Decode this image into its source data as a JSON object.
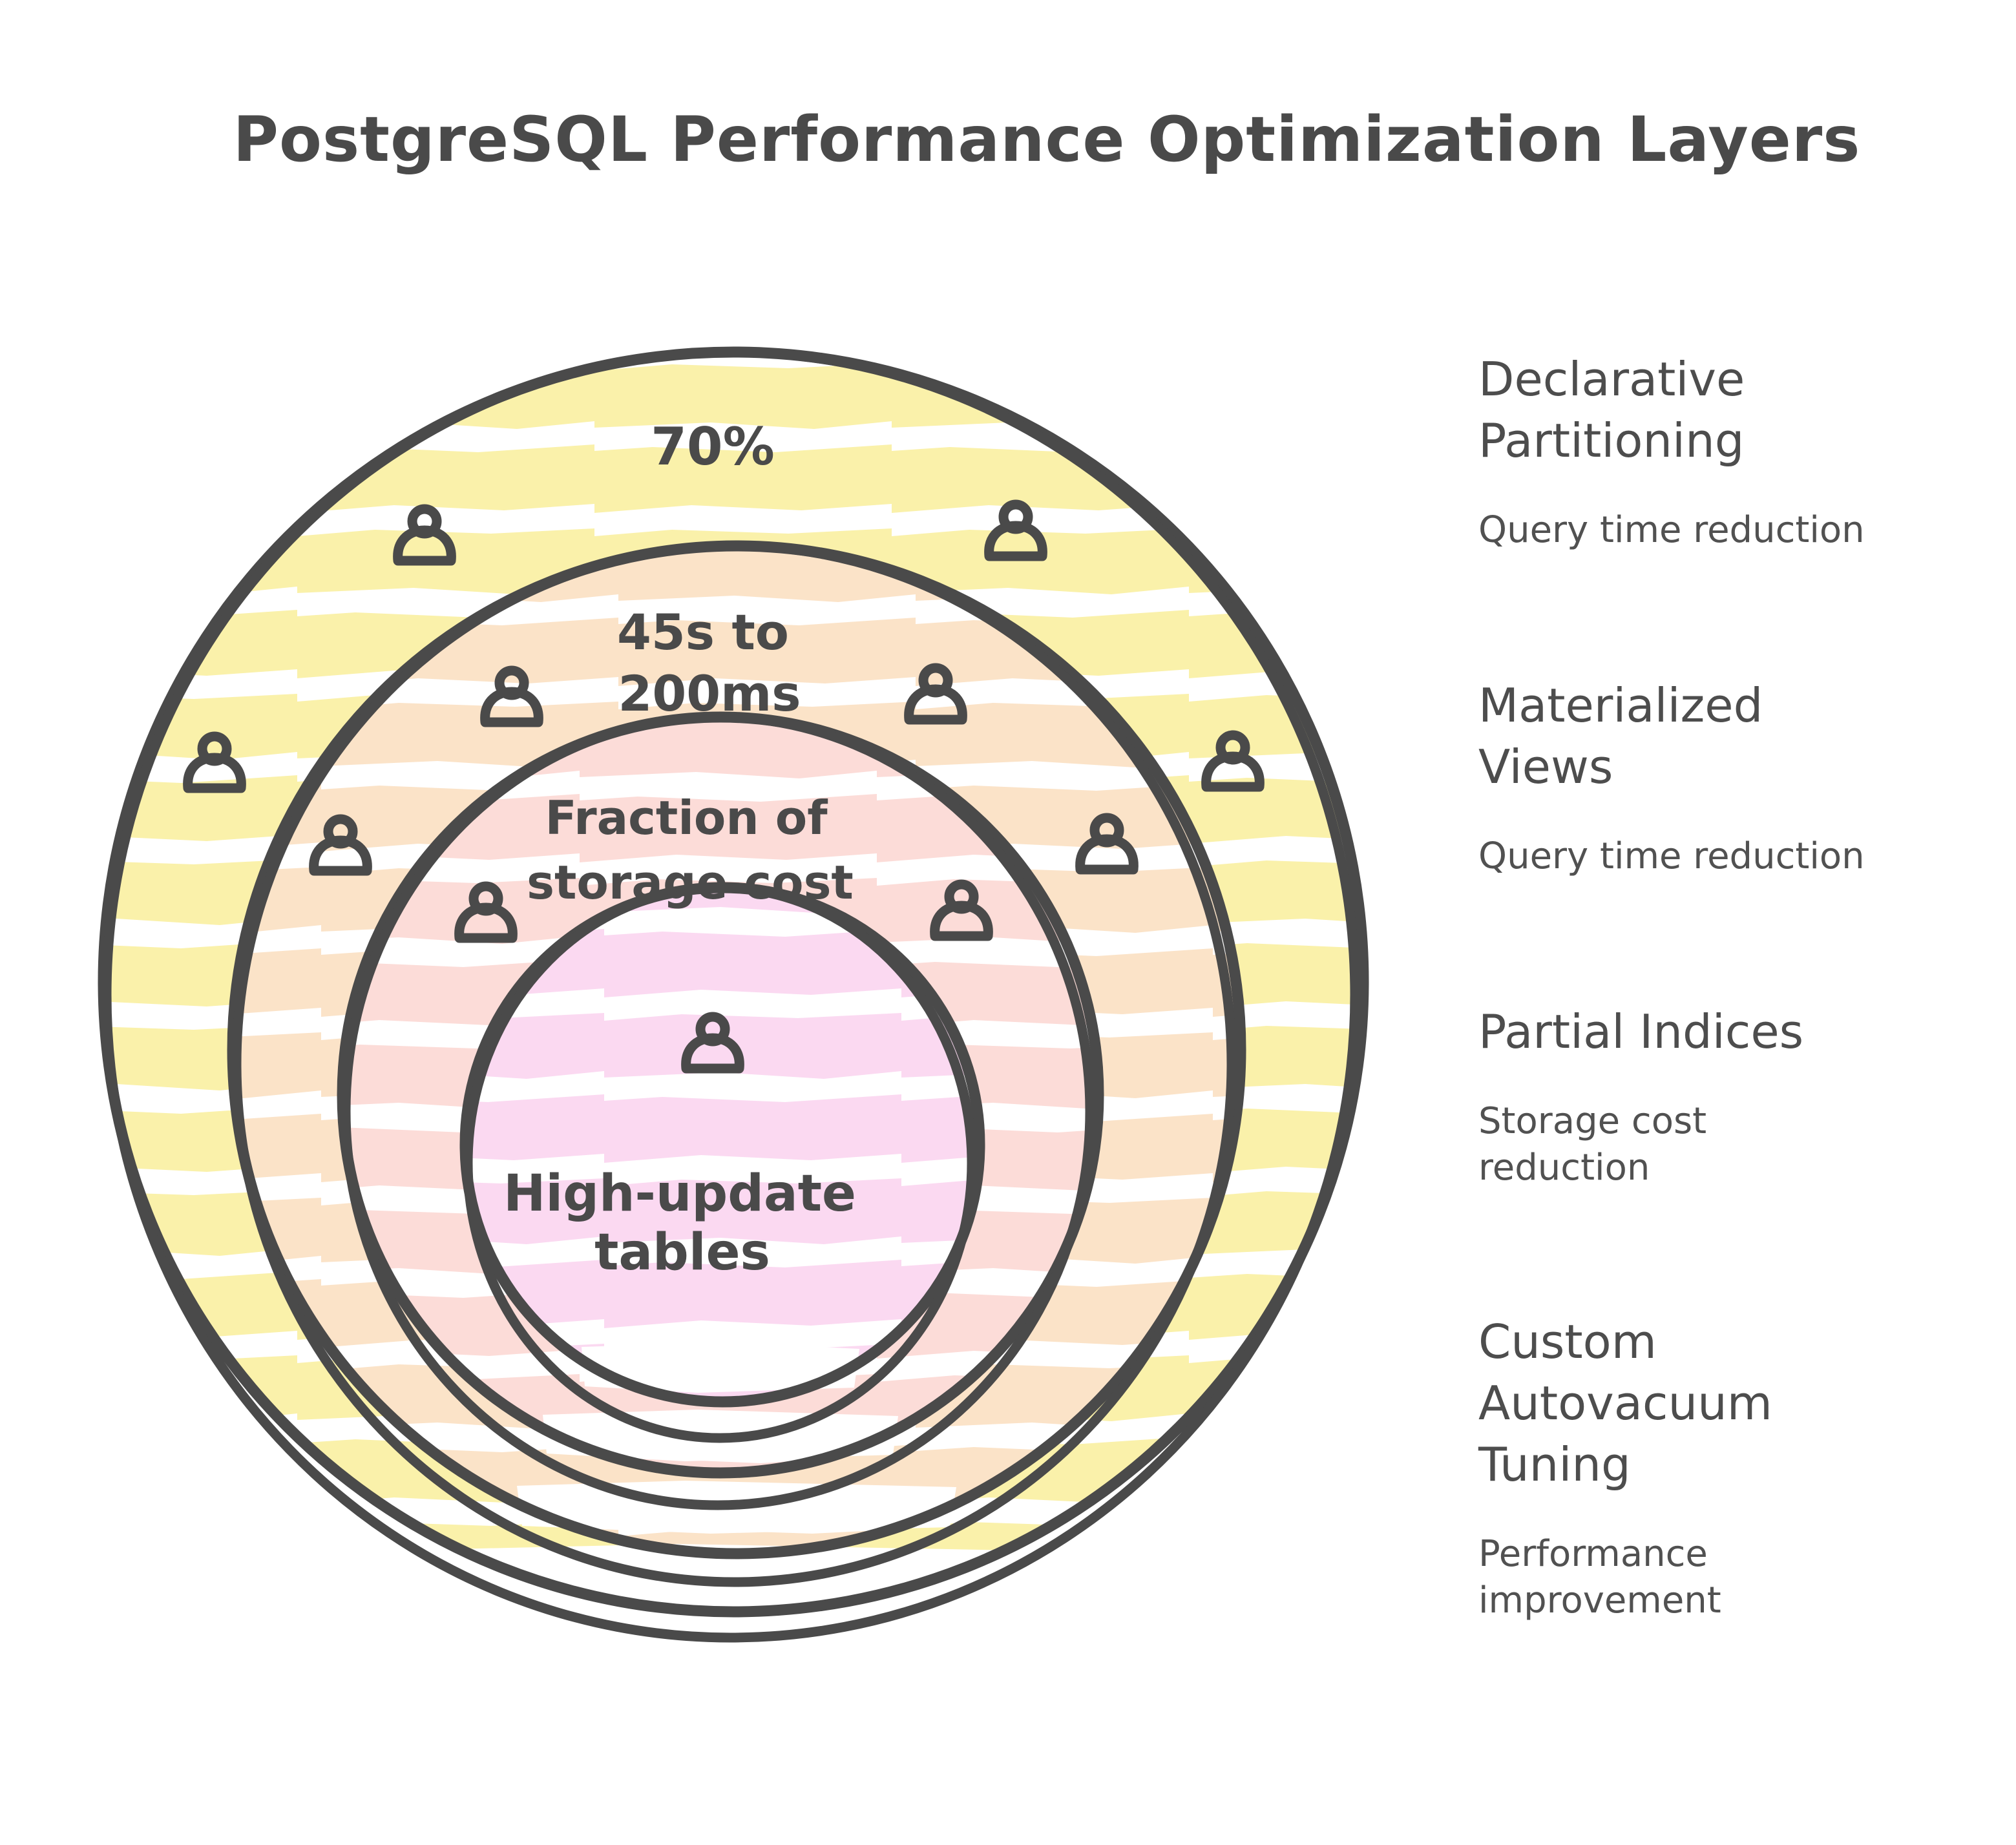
{
  "title": "PostgreSQL Performance Optimization Layers",
  "layers": [
    {
      "label": "Declarative\nPartitioning",
      "metric": "Query time reduction",
      "value_lines": [
        "70%"
      ],
      "fill": "#FAF1AA"
    },
    {
      "label": "Materialized\nViews",
      "metric": "Query time reduction",
      "value_lines": [
        "45s to",
        "200ms"
      ],
      "fill": "#FBE3C8"
    },
    {
      "label": "Partial Indices",
      "metric": "Storage cost\nreduction",
      "value_lines": [
        "Fraction of",
        "storage cost"
      ],
      "fill": "#FCDCD8"
    },
    {
      "label": "Custom\nAutovacuum\nTuning",
      "metric": "Performance\nimprovement",
      "value_lines": [
        "High-update",
        "tables"
      ],
      "fill": "#FBD9F1"
    }
  ],
  "icon": {
    "name": "person-icon",
    "count": 11
  },
  "colors": {
    "outline": "#4A4A4A",
    "text": "#4D4D4D",
    "background": "#FFFFFF"
  }
}
